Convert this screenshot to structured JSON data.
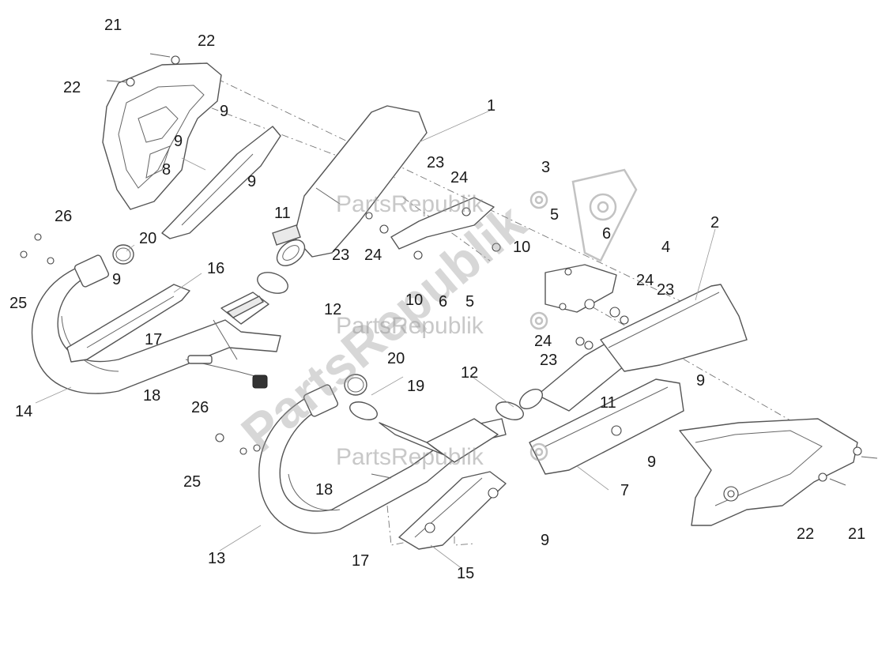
{
  "callouts": [
    {
      "id": "c1",
      "text": "1"
    },
    {
      "id": "c2",
      "text": "2"
    },
    {
      "id": "c3",
      "text": "3"
    },
    {
      "id": "c4",
      "text": "4"
    },
    {
      "id": "c5a",
      "text": "5"
    },
    {
      "id": "c5b",
      "text": "5"
    },
    {
      "id": "c6a",
      "text": "6"
    },
    {
      "id": "c6b",
      "text": "6"
    },
    {
      "id": "c7",
      "text": "7"
    },
    {
      "id": "c8",
      "text": "8"
    },
    {
      "id": "c9a",
      "text": "9"
    },
    {
      "id": "c9b",
      "text": "9"
    },
    {
      "id": "c9c",
      "text": "9"
    },
    {
      "id": "c9d",
      "text": "9"
    },
    {
      "id": "c9e",
      "text": "9"
    },
    {
      "id": "c9f",
      "text": "9"
    },
    {
      "id": "c9g",
      "text": "9"
    },
    {
      "id": "c10a",
      "text": "10"
    },
    {
      "id": "c10b",
      "text": "10"
    },
    {
      "id": "c11a",
      "text": "11"
    },
    {
      "id": "c11b",
      "text": "11"
    },
    {
      "id": "c12a",
      "text": "12"
    },
    {
      "id": "c12b",
      "text": "12"
    },
    {
      "id": "c13",
      "text": "13"
    },
    {
      "id": "c14",
      "text": "14"
    },
    {
      "id": "c15",
      "text": "15"
    },
    {
      "id": "c16",
      "text": "16"
    },
    {
      "id": "c17a",
      "text": "17"
    },
    {
      "id": "c17b",
      "text": "17"
    },
    {
      "id": "c18a",
      "text": "18"
    },
    {
      "id": "c18b",
      "text": "18"
    },
    {
      "id": "c19",
      "text": "19"
    },
    {
      "id": "c20a",
      "text": "20"
    },
    {
      "id": "c20b",
      "text": "20"
    },
    {
      "id": "c21a",
      "text": "21"
    },
    {
      "id": "c21b",
      "text": "21"
    },
    {
      "id": "c22a",
      "text": "22"
    },
    {
      "id": "c22b",
      "text": "22"
    },
    {
      "id": "c22c",
      "text": "22"
    },
    {
      "id": "c23a",
      "text": "23"
    },
    {
      "id": "c23b",
      "text": "23"
    },
    {
      "id": "c23c",
      "text": "23"
    },
    {
      "id": "c23d",
      "text": "23"
    },
    {
      "id": "c24a",
      "text": "24"
    },
    {
      "id": "c24b",
      "text": "24"
    },
    {
      "id": "c24c",
      "text": "24"
    },
    {
      "id": "c24d",
      "text": "24"
    },
    {
      "id": "c25a",
      "text": "25"
    },
    {
      "id": "c25b",
      "text": "25"
    },
    {
      "id": "c26a",
      "text": "26"
    },
    {
      "id": "c26b",
      "text": "26"
    }
  ],
  "watermark": {
    "brand_small": "PartsRepublik",
    "brand_big": "PartsRepublik",
    "icon": "gear-icon"
  }
}
